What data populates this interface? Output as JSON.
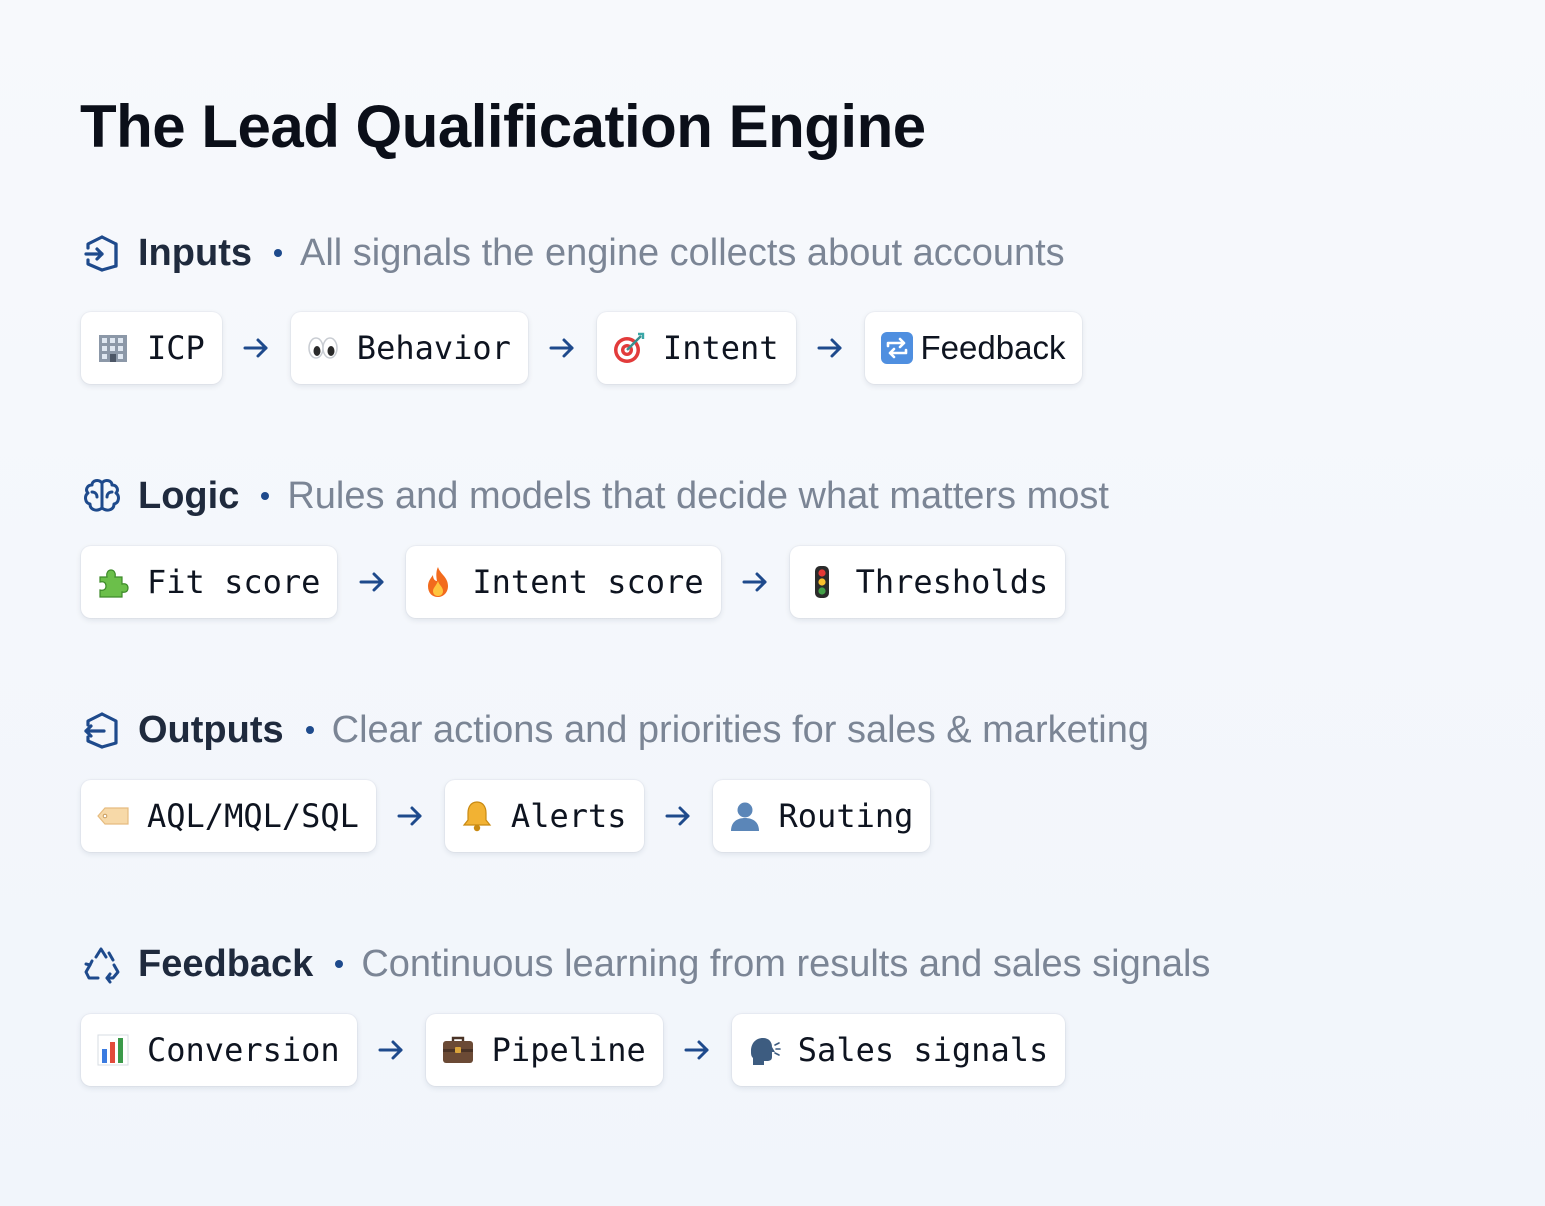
{
  "title": "The Lead Qualification Engine",
  "colors": {
    "accent": "#1e4a8c",
    "title": "#0b0f19",
    "desc": "#7b8595",
    "chip_bg": "#ffffff"
  },
  "sections": [
    {
      "name": "Inputs",
      "icon": "login-arrow-icon",
      "description": "All signals the engine collects about accounts",
      "chips": [
        {
          "emoji": "office-building-icon",
          "label": "ICP"
        },
        {
          "emoji": "eyes-icon",
          "label": "Behavior"
        },
        {
          "emoji": "target-icon",
          "label": "Intent"
        },
        {
          "emoji": "repeat-icon",
          "label": "Feedback"
        }
      ]
    },
    {
      "name": "Logic",
      "icon": "brain-icon",
      "description": "Rules and models that decide what matters most",
      "chips": [
        {
          "emoji": "puzzle-piece-icon",
          "label": "Fit score"
        },
        {
          "emoji": "fire-icon",
          "label": "Intent score"
        },
        {
          "emoji": "traffic-light-icon",
          "label": "Thresholds"
        }
      ]
    },
    {
      "name": "Outputs",
      "icon": "logout-arrow-icon",
      "description": "Clear actions and priorities for sales & marketing",
      "chips": [
        {
          "emoji": "label-tag-icon",
          "label": "AQL/MQL/SQL"
        },
        {
          "emoji": "bell-icon",
          "label": "Alerts"
        },
        {
          "emoji": "person-icon",
          "label": "Routing"
        }
      ]
    },
    {
      "name": "Feedback",
      "icon": "recycle-icon",
      "description": "Continuous learning from results and sales signals",
      "chips": [
        {
          "emoji": "bar-chart-icon",
          "label": "Conversion"
        },
        {
          "emoji": "briefcase-icon",
          "label": "Pipeline"
        },
        {
          "emoji": "speaking-head-icon",
          "label": "Sales signals"
        }
      ]
    }
  ]
}
